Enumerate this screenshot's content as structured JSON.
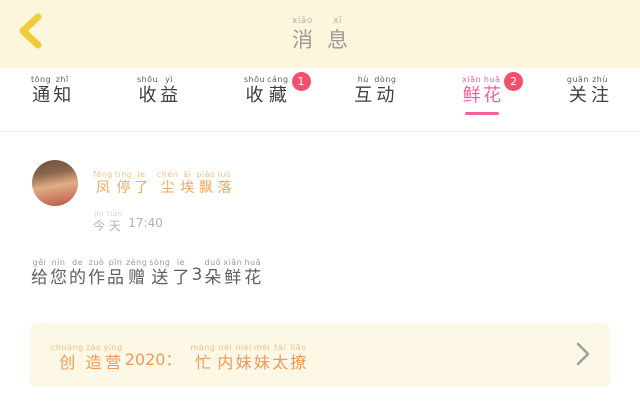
{
  "header": {
    "back_icon": "chevron-left",
    "title": {
      "text": "消息",
      "pinyin": "xiāo xī",
      "syllables": [
        [
          "消",
          "xiāo"
        ],
        [
          "息",
          "xī"
        ]
      ]
    }
  },
  "tabs": [
    {
      "id": "notifications",
      "label": "通知",
      "pinyin": "tōng zhī",
      "syllables": [
        [
          "通",
          "tōng"
        ],
        [
          "知",
          "zhī"
        ]
      ],
      "badge": null,
      "active": false
    },
    {
      "id": "earnings",
      "label": "收益",
      "pinyin": "shōu yì",
      "syllables": [
        [
          "收",
          "shōu"
        ],
        [
          "益",
          "yì"
        ]
      ],
      "badge": null,
      "active": false
    },
    {
      "id": "favorites",
      "label": "收藏",
      "pinyin": "shōu cáng",
      "syllables": [
        [
          "收",
          "shōu"
        ],
        [
          "藏",
          "cáng"
        ]
      ],
      "badge": "1",
      "active": false
    },
    {
      "id": "interactions",
      "label": "互动",
      "pinyin": "hù dòng",
      "syllables": [
        [
          "互",
          "hù"
        ],
        [
          "动",
          "dòng"
        ]
      ],
      "badge": null,
      "active": false
    },
    {
      "id": "flowers",
      "label": "鲜花",
      "pinyin": "xiān huā",
      "syllables": [
        [
          "鲜",
          "xiān"
        ],
        [
          "花",
          "huā"
        ]
      ],
      "badge": "2",
      "active": true
    },
    {
      "id": "follows",
      "label": "关注",
      "pinyin": "guān zhù",
      "syllables": [
        [
          "关",
          "guān"
        ],
        [
          "注",
          "zhù"
        ]
      ],
      "badge": null,
      "active": false
    }
  ],
  "message": {
    "username": {
      "text": "凤停了 尘埃飘落",
      "pinyin": "fēng tíng le chén āi piāo luò",
      "syllables": [
        [
          "凤",
          "fēng"
        ],
        [
          "停",
          "tíng"
        ],
        [
          "了",
          "le"
        ],
        [
          " ",
          ""
        ],
        [
          "尘",
          "chén"
        ],
        [
          "埃",
          "āi"
        ],
        [
          "飘",
          "piāo"
        ],
        [
          "落",
          "luò"
        ]
      ]
    },
    "time": {
      "text": "今天 17:40",
      "pinyin": "jīn tiān",
      "syllables": [
        [
          "今",
          "jīn"
        ],
        [
          "天",
          "tiān"
        ],
        [
          " 17:40",
          ""
        ]
      ]
    },
    "content": {
      "text": "给您的作品赠送了3朵鲜花",
      "pinyin": "gěi nín de zuò pǐn zèng sòng le duǒ xiān huā",
      "syllables": [
        [
          "给",
          "gěi"
        ],
        [
          "您",
          "nín"
        ],
        [
          "的",
          "de"
        ],
        [
          "作",
          "zuò"
        ],
        [
          "品",
          "pǐn"
        ],
        [
          "赠",
          "zèng"
        ],
        [
          "送",
          "sòng"
        ],
        [
          "了",
          "le"
        ],
        [
          "3",
          ""
        ],
        [
          "朵",
          "duǒ"
        ],
        [
          "鲜",
          "xiān"
        ],
        [
          "花",
          "huā"
        ]
      ]
    }
  },
  "card": {
    "title": {
      "text": "创造营2020： 忙内妹妹太撩",
      "pinyin": "chuàng zào yíng máng nèi mèi mèi tài liāo",
      "syllables": [
        [
          "创",
          "chuàng"
        ],
        [
          "造",
          "zào"
        ],
        [
          "营",
          "yíng"
        ],
        [
          "2020：",
          ""
        ],
        [
          " ",
          ""
        ],
        [
          "忙",
          "máng"
        ],
        [
          "内",
          "nèi"
        ],
        [
          "妹",
          "mèi"
        ],
        [
          "妹",
          "mèi"
        ],
        [
          "太",
          "tài"
        ],
        [
          "撩",
          "liāo"
        ]
      ]
    },
    "chevron_icon": "chevron-right"
  },
  "colors": {
    "accent_pink": "#fb5d9d",
    "badge_red": "#f4506e",
    "header_cream": "#fcf6dc",
    "card_cream": "#fdf7e6",
    "orange_text": "#ef9a55",
    "back_gold": "#f2ca3a"
  }
}
